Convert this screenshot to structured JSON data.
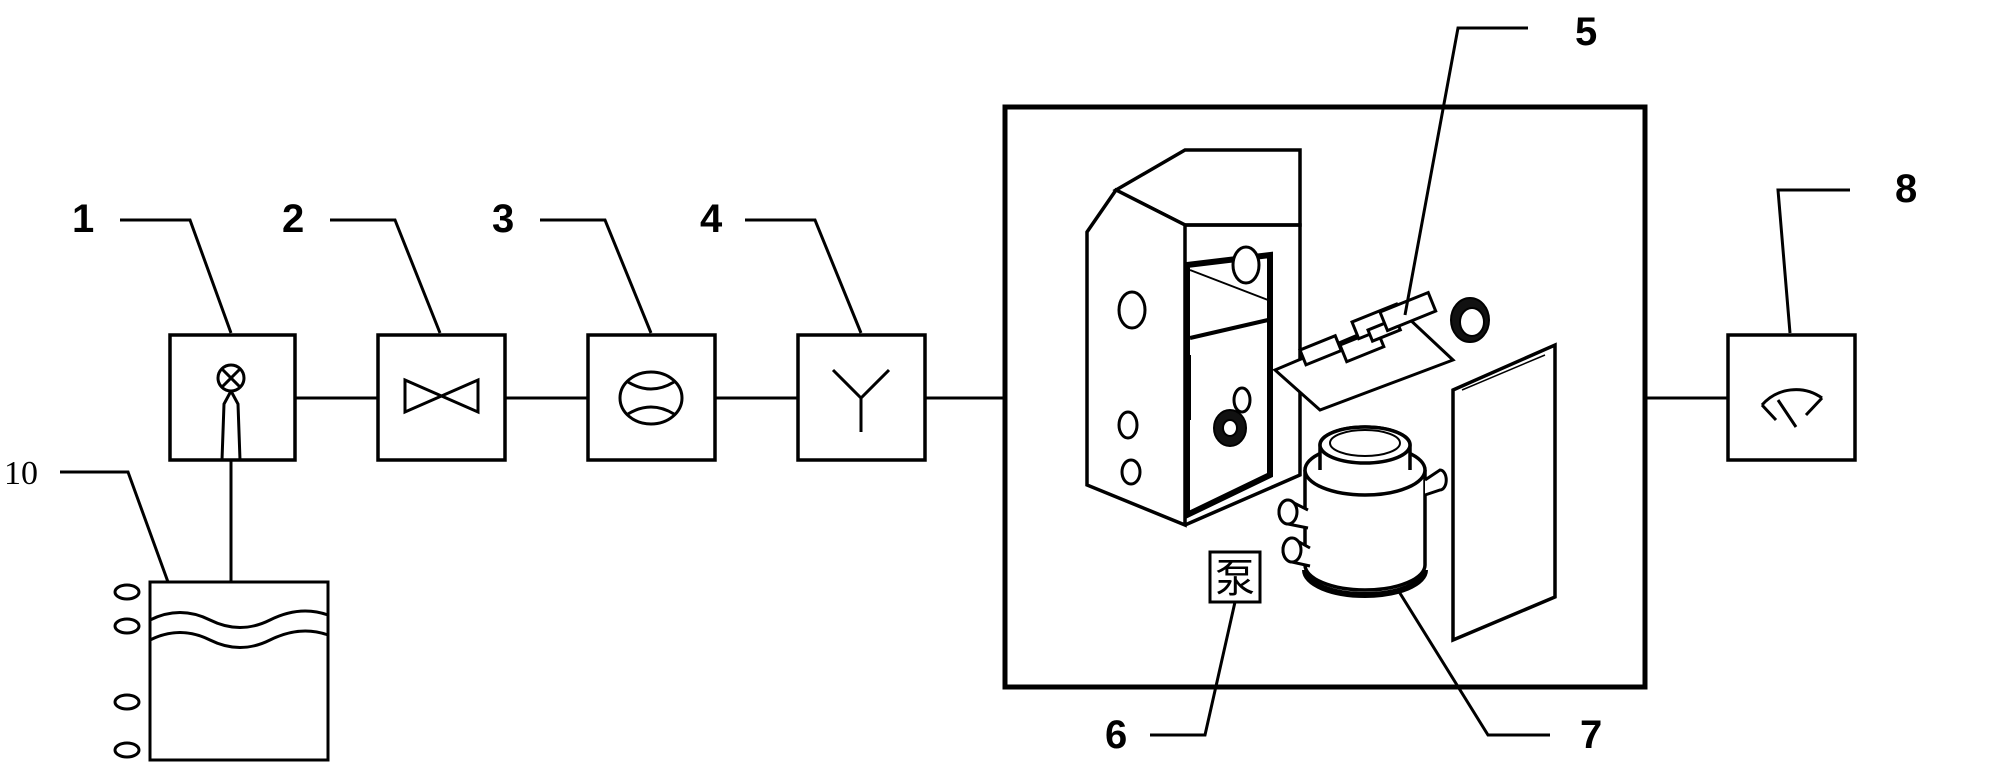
{
  "labels": {
    "l1": "1",
    "l2": "2",
    "l3": "3",
    "l4": "4",
    "l5": "5",
    "l6": "6",
    "l7": "7",
    "l8": "8",
    "l10": "10"
  },
  "pump_char": "泵",
  "components": [
    {
      "id": "1",
      "icon": "lamp-valve-symbol-icon"
    },
    {
      "id": "2",
      "icon": "gate-valve-symbol-icon"
    },
    {
      "id": "3",
      "icon": "flowmeter-symbol-icon"
    },
    {
      "id": "4",
      "icon": "splitter-symbol-icon"
    },
    {
      "id": "5",
      "icon": "circuit-board-icon"
    },
    {
      "id": "6",
      "icon": "pump-box-icon"
    },
    {
      "id": "7",
      "icon": "cylinder-sensor-icon"
    },
    {
      "id": "8",
      "icon": "gauge-symbol-icon"
    },
    {
      "id": "10",
      "icon": "liquid-tank-icon"
    }
  ]
}
